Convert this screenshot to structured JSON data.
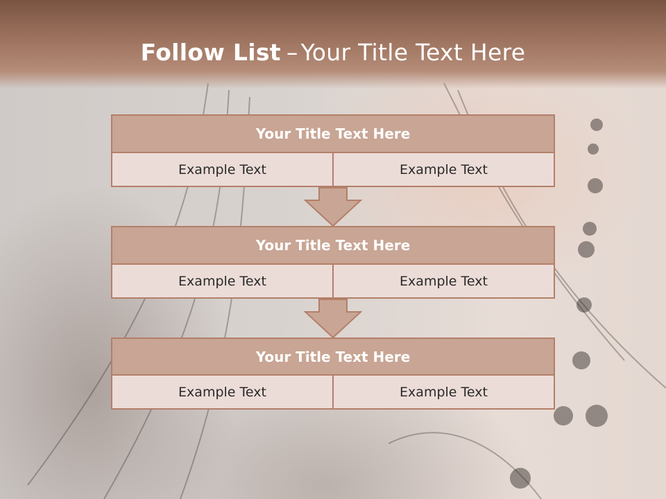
{
  "slide": {
    "title_bold": "Follow List",
    "title_sep": "–",
    "title_rest": "Your Title Text Here"
  },
  "blocks": [
    {
      "title": "Your Title Text Here",
      "left": "Example Text",
      "right": "Example Text"
    },
    {
      "title": "Your Title Text Here",
      "left": "Example Text",
      "right": "Example Text"
    },
    {
      "title": "Your Title Text Here",
      "left": "Example Text",
      "right": "Example Text"
    }
  ],
  "colors": {
    "header": "#8c624f",
    "box_fill": "#c8a594",
    "box_border": "#b37f69",
    "cell_fill": "#ecdcd7"
  },
  "icons": [
    "down-arrow-icon",
    "down-arrow-icon"
  ]
}
